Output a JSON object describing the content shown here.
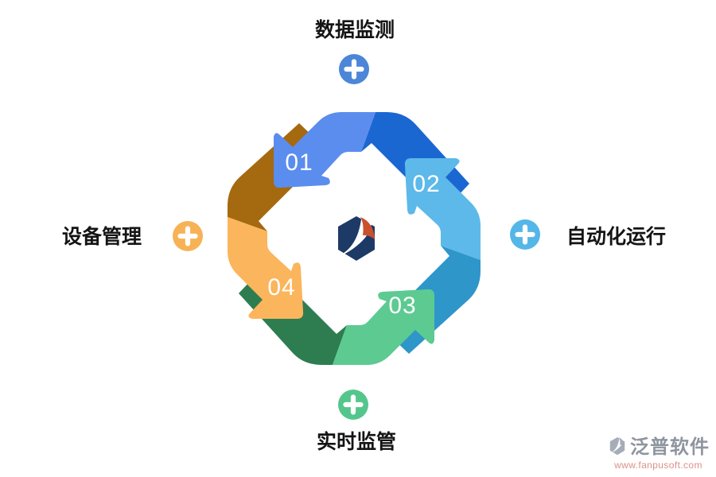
{
  "diagram": {
    "nodes": [
      {
        "number": "01",
        "label": "数据监测",
        "position": "top",
        "ribbon_color": "#5b8dee",
        "fold_color": "#1b67d2",
        "plus_color": "#4c86d8"
      },
      {
        "number": "02",
        "label": "自动化运行",
        "position": "right",
        "ribbon_color": "#5cb9e9",
        "fold_color": "#2e96c9",
        "plus_color": "#55b6e8"
      },
      {
        "number": "03",
        "label": "实时监管",
        "position": "bottom",
        "ribbon_color": "#5dca91",
        "fold_color": "#2e7d50",
        "plus_color": "#54c68c"
      },
      {
        "number": "04",
        "label": "设备管理",
        "position": "left",
        "ribbon_color": "#fbb55d",
        "fold_color": "#a5690f",
        "plus_color": "#f7b256"
      }
    ],
    "logo": {
      "navy": "#1d3a67",
      "orange": "#c9512b"
    }
  },
  "watermark": {
    "brand": "泛普软件",
    "url": "www.fanpusoft.com",
    "glyph_color": "#a5adb8"
  }
}
